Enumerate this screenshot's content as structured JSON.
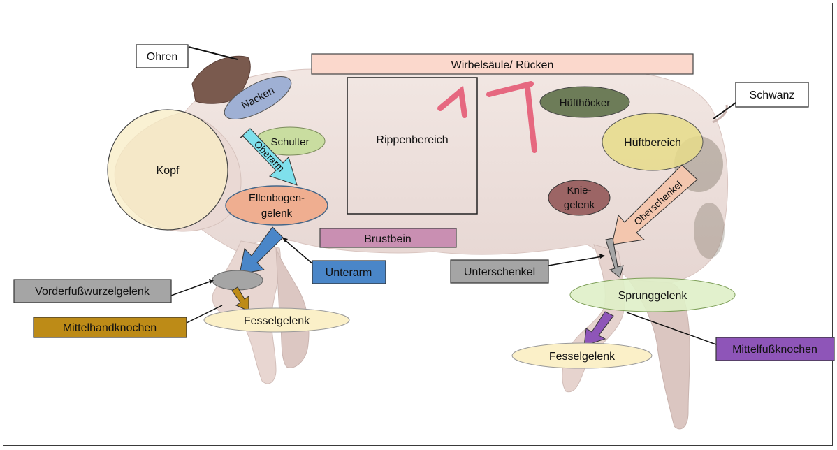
{
  "labels": {
    "ohren": "Ohren",
    "wirbelsaeule": "Wirbelsäule/ Rücken",
    "nacken": "Nacken",
    "schulter": "Schulter",
    "rippenbereich": "Rippenbereich",
    "kopf": "Kopf",
    "oberarm": "Oberarm",
    "ellenbogen_1": "Ellenbogen-",
    "ellenbogen_2": "gelenk",
    "huefthoecker": "Hüfthöcker",
    "schwanz": "Schwanz",
    "hueftbereich": "Hüftbereich",
    "knie_1": "Knie-",
    "knie_2": "gelenk",
    "oberschenkel": "Oberschenkel",
    "brustbein": "Brustbein",
    "unterarm": "Unterarm",
    "unterschenkel": "Unterschenkel",
    "vorderfusswurzelgelenk": "Vorderfußwurzelgelenk",
    "mittelhandknochen": "Mittelhandknochen",
    "fesselgelenk_vorne": "Fesselgelenk",
    "sprunggelenk": "Sprunggelenk",
    "mittelfussknochen": "Mittelfußknochen",
    "fesselgelenk_hinten": "Fesselgelenk"
  },
  "colors": {
    "background": "#ffffff",
    "pig_skin": "#efe3df",
    "nacken_fill": "#9fb0d4",
    "schulter_fill": "#c9dda0",
    "kopf_fill": "#f8ecc4",
    "ellenbogen_fill": "#efae90",
    "wirbelsaeule_fill": "#fbd8cc",
    "huefthoecker_fill": "#6d7c58",
    "hueftbereich_fill": "#e6dc8a",
    "knie_fill": "#9c6565",
    "brustbein_fill": "#c98fb2",
    "unterarm_fill": "#4a86c8",
    "unterschenkel_fill": "#a5a5a5",
    "vorderfusswurzel_fill": "#a5a5a5",
    "mittelhand_fill": "#bd8b17",
    "fessel_fill": "#fbf0c8",
    "sprung_fill": "#dff0c8",
    "mittelfuss_fill": "#8e55b8",
    "oberarm_arrow": "#7fe0ec",
    "oberschenkel_arrow": "#f3c6ae"
  }
}
